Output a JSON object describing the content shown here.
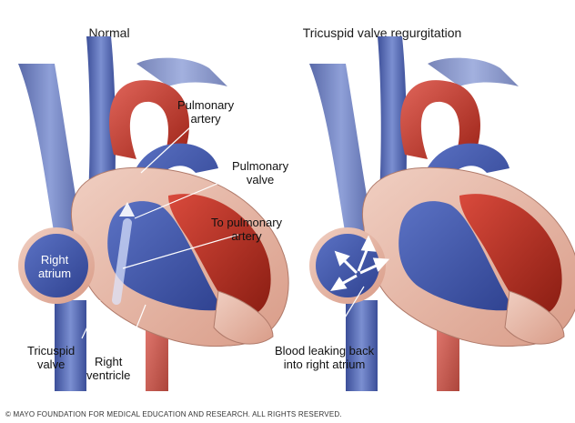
{
  "titles": {
    "normal": "Normal",
    "regurgitation": "Tricuspid valve regurgitation"
  },
  "labels": {
    "pulmonary_artery": [
      "Pulmonary",
      "artery"
    ],
    "pulmonary_valve": [
      "Pulmonary",
      "valve"
    ],
    "to_pulmonary_artery": [
      "To pulmonary",
      "artery"
    ],
    "right_atrium": [
      "Right",
      "atrium"
    ],
    "tricuspid_valve": [
      "Tricuspid",
      "valve"
    ],
    "right_ventricle": [
      "Right",
      "ventricle"
    ],
    "blood_leaking": [
      "Blood leaking back",
      "into right atrium"
    ]
  },
  "copyright": "© MAYO FOUNDATION FOR MEDICAL EDUCATION AND RESEARCH. ALL RIGHTS RESERVED.",
  "colors": {
    "vein_blue": "#5a6fb5",
    "artery_red": "#c0392b",
    "muscle_pink": "#e3b7a6",
    "chamber_blue": "#3f56a8"
  }
}
